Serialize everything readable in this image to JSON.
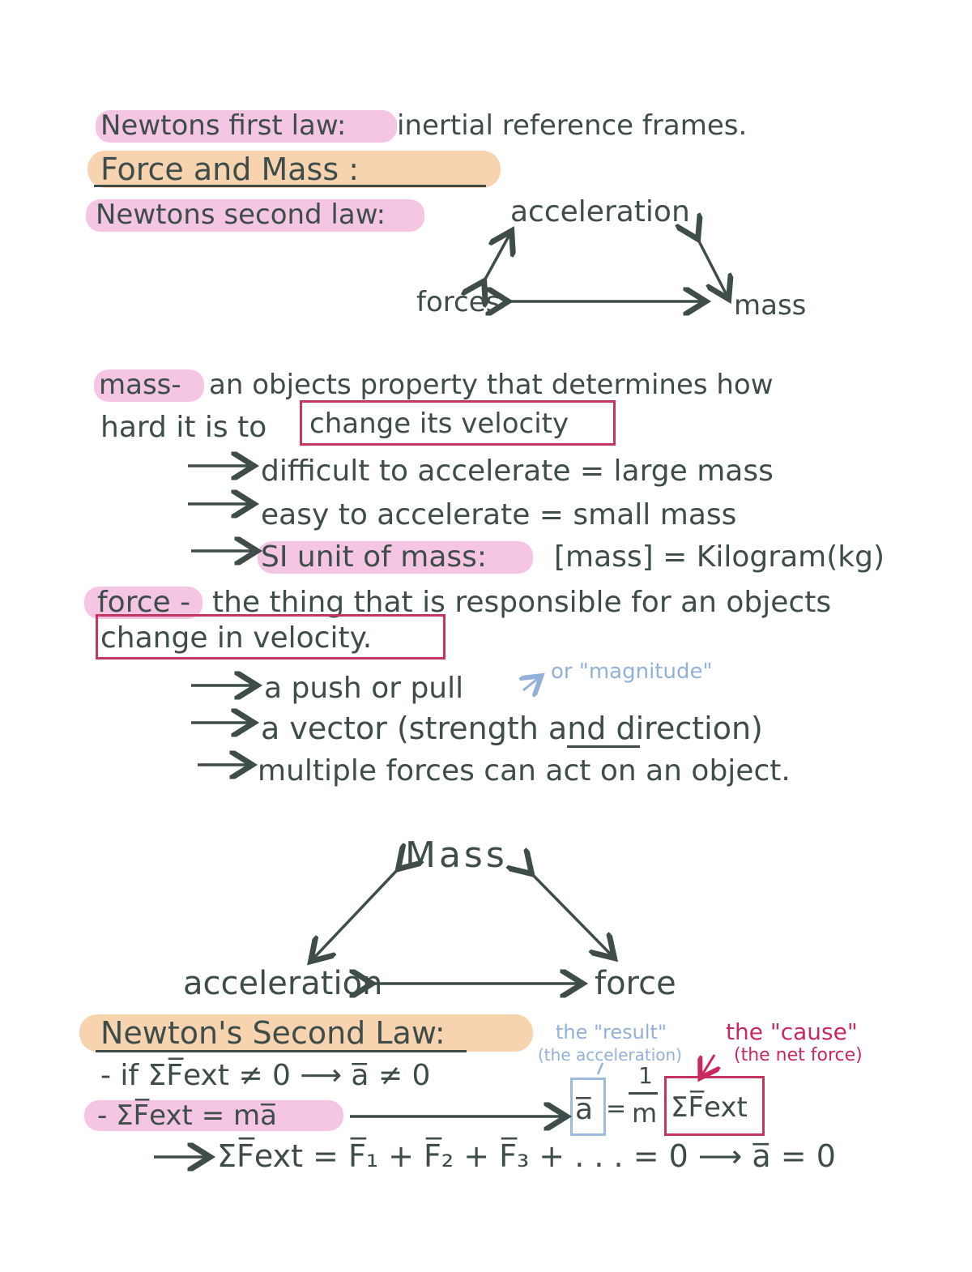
{
  "header": {
    "line1_label": "Newtons first law:",
    "line1_rest": "inertial reference frames.",
    "line2_label": "Force and Mass :",
    "line3_label": "Newtons second law:"
  },
  "diagram1": {
    "top": "acceleration",
    "left": "forces",
    "right": "mass"
  },
  "mass_def": {
    "label": "mass-",
    "line1": "an objects property that determines how",
    "line2_start": "hard it is to",
    "line2_boxed": "change its velocity",
    "bullets": [
      "difficult to accelerate = large mass",
      "easy to accelerate = small mass"
    ],
    "si_label": "SI unit of mass:",
    "si_value": "[mass] = Kilogram(kg)"
  },
  "force_def": {
    "label": "force -",
    "line1": "the thing that is responsible for an objects",
    "line2_boxed": "change in velocity.",
    "bullets": [
      "a push or pull",
      "a vector (strength and direction)",
      "multiple forces can act on an object."
    ],
    "note": "or \"magnitude\""
  },
  "diagram2": {
    "top": "Mass",
    "left": "acceleration",
    "right": "force"
  },
  "second_law": {
    "title": "Newton's Second Law:",
    "line1": "- if ΣF̅ext ≠ 0 ⟶ a̅ ≠ 0",
    "line2_left": "- ΣF̅ext = ma̅",
    "eq_a": "a̅",
    "eq_eq": "=",
    "eq_frac_num": "1",
    "eq_frac_den": "m",
    "eq_sum": "ΣF̅ext",
    "result_note": "the \"result\"",
    "result_sub": "(the acceleration)",
    "cause_note": "the \"cause\"",
    "cause_sub": "(the net force)",
    "line3": "ΣF̅ext = F̅₁ + F̅₂ + F̅₃ + . . . = 0 ⟶ a̅ = 0"
  },
  "colors": {
    "ink": "#3f4d4a",
    "pink_highlight": "#f5c6e3",
    "peach_highlight": "#f8d3b0",
    "red_accent": "#c43560",
    "blue_accent": "#93b1d8"
  }
}
